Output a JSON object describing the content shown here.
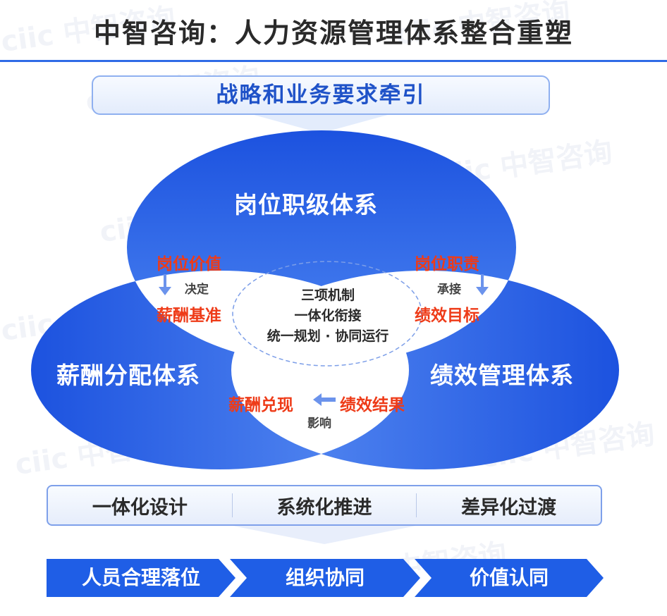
{
  "title": "中智咨询：人力资源管理体系整合重塑",
  "top_banner": "战略和业务要求牵引",
  "circles": {
    "top": "岗位职级体系",
    "left": "薪酬分配体系",
    "right": "绩效管理体系"
  },
  "links": {
    "top_left": {
      "from": "岗位价值",
      "verb": "决定",
      "to": "薪酬基准"
    },
    "top_right": {
      "from": "岗位职责",
      "verb": "承接",
      "to": "绩效目标"
    },
    "bottom": {
      "from": "绩效结果",
      "verb": "影响",
      "to": "薪酬兑现"
    }
  },
  "center": {
    "line1": "三项机制",
    "line2": "一体化衔接",
    "line3": "统一规划 · 协同运行"
  },
  "principles": [
    "一体化设计",
    "系统化推进",
    "差异化过渡"
  ],
  "outcomes": [
    "人员合理落位",
    "组织协同",
    "价值认同"
  ],
  "watermark": "ciic 中智咨询",
  "colors": {
    "primary_blue": "#1f5ee6",
    "accent_red": "#ee3b18",
    "title_rule": "#2f6be6"
  }
}
